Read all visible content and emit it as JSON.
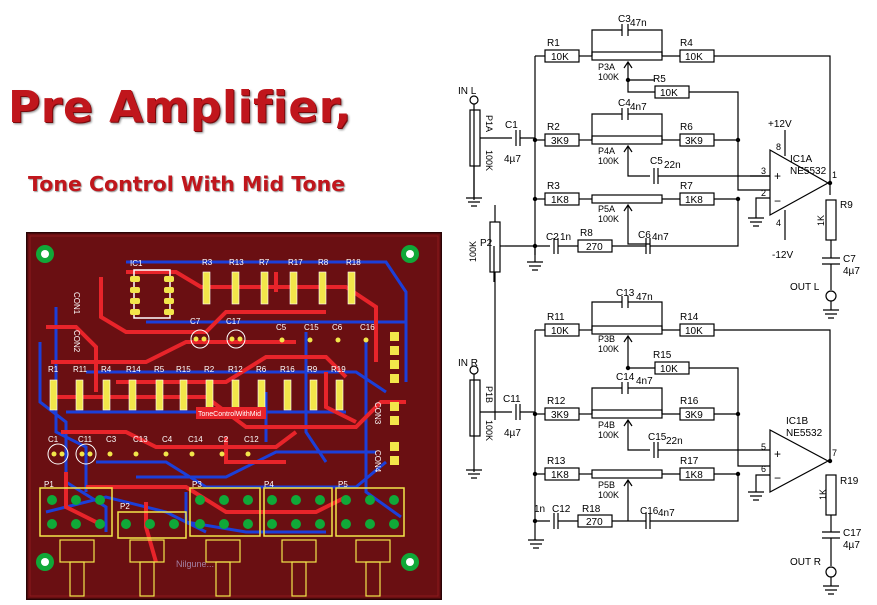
{
  "title": {
    "main": "Pre Amplifier,",
    "sub": "Tone Control With Mid Tone"
  },
  "pcb": {
    "ic": "IC1",
    "top_labels": [
      "R3",
      "R13",
      "R7",
      "R17",
      "R8",
      "R18"
    ],
    "con1": "CON1",
    "con2": "CON2",
    "con3": "CON3",
    "con4": "CON4",
    "cap_row1": [
      "C7",
      "C17",
      "C5",
      "C15",
      "C6",
      "C16"
    ],
    "res_row": [
      "R1",
      "R11",
      "R4",
      "R14",
      "R5",
      "R15",
      "R2",
      "R12",
      "R6",
      "R16",
      "R9",
      "R19"
    ],
    "cap_row2": [
      "C1",
      "C11",
      "C3",
      "C13",
      "C4",
      "C14",
      "C2",
      "C12"
    ],
    "board_name": "ToneControlWithMid",
    "pots": [
      "P1",
      "P2",
      "P3",
      "P4",
      "P5"
    ],
    "watermark": "Nilgune..."
  },
  "schematic": {
    "top": {
      "in": "IN L",
      "pot_in": "P1A",
      "pot_in_val": "100K",
      "c1": "C1",
      "c1v": "4µ7",
      "r1": "R1",
      "r1v": "10K",
      "c3": "C3",
      "c3v": "47n",
      "p3": "P3A",
      "p3v": "100K",
      "r4": "R4",
      "r4v": "10K",
      "r5": "R5",
      "r5v": "10K",
      "r2": "R2",
      "r2v": "3K9",
      "c4": "C4",
      "c4v": "4n7",
      "p4": "P4A",
      "p4v": "100K",
      "r6": "R6",
      "r6v": "3K9",
      "c5": "C5",
      "c5v": "22n",
      "r3": "R3",
      "r3v": "1K8",
      "p5": "P5A",
      "p5v": "100K",
      "r7": "R7",
      "r7v": "1K8",
      "c2": "C2",
      "c2v": "1n",
      "r8": "R8",
      "r8v": "270",
      "c6": "C6",
      "c6v": "4n7",
      "ic": "IC1A",
      "icv": "NE5532",
      "vpos": "+12V",
      "vneg": "-12V",
      "pin3": "3",
      "pin2": "2",
      "pin8": "8",
      "pin4": "4",
      "pin1": "1",
      "r9": "R9",
      "r9v": "1K",
      "c7": "C7",
      "c7v": "4µ7",
      "out": "OUT L",
      "plus": "+",
      "minus": "−"
    },
    "p2": "P2",
    "p2v": "100K",
    "bottom": {
      "in": "IN R",
      "pot_in": "P1B",
      "pot_in_val": "100K",
      "c11": "C11",
      "c11v": "4µ7",
      "r11": "R11",
      "r11v": "10K",
      "c13": "C13",
      "c13v": "47n",
      "p3": "P3B",
      "p3v": "100K",
      "r14": "R14",
      "r14v": "10K",
      "r15": "R15",
      "r15v": "10K",
      "r12": "R12",
      "r12v": "3K9",
      "c14": "C14",
      "c14v": "4n7",
      "p4": "P4B",
      "p4v": "100K",
      "r16": "R16",
      "r16v": "3K9",
      "c15": "C15",
      "c15v": "22n",
      "r13": "R13",
      "r13v": "1K8",
      "p5": "P5B",
      "p5v": "100K",
      "r17": "R17",
      "r17v": "1K8",
      "c12": "C12",
      "c12v": "1n",
      "r18": "R18",
      "r18v": "270",
      "c16": "C16",
      "c16v": "4n7",
      "ic": "IC1B",
      "icv": "NE5532",
      "pin5": "5",
      "pin6": "6",
      "pin7": "7",
      "r19": "R19",
      "r19v": "1K",
      "c17": "C17",
      "c17v": "4µ7",
      "out": "OUT R",
      "plus": "+",
      "minus": "−"
    }
  },
  "colors": {
    "title": "#c0161c",
    "pcb_bg": "#6a0f12",
    "pcb_red": "#e8242a",
    "pcb_blue": "#1c3fd8",
    "pad": "#f2e64a",
    "green_pad": "#10a838"
  }
}
